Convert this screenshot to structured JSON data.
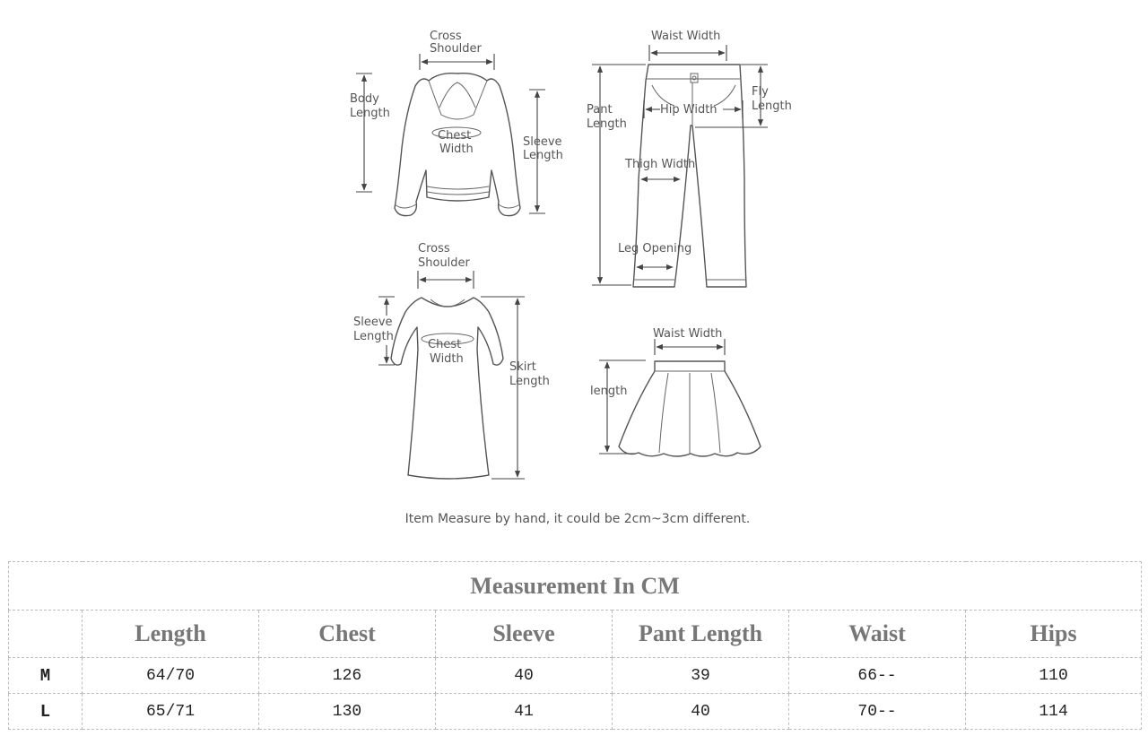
{
  "diagram_labels": {
    "top_cross_shoulder_1": "Cross",
    "top_cross_shoulder_2": "Shoulder",
    "body_length_1": "Body",
    "body_length_2": "Length",
    "top_chest_1": "Chest",
    "top_chest_2": "Width",
    "top_sleeve_1": "Sleeve",
    "top_sleeve_2": "Length",
    "pants_waist": "Waist Width",
    "pant_length_1": "Pant",
    "pant_length_2": "Length",
    "fly_length_1": "Fly",
    "fly_length_2": "Length",
    "hip_width": "Hip Width",
    "thigh_width": "Thigh Width",
    "leg_opening": "Leg Opening",
    "dress_cross_shoulder_1": "Cross",
    "dress_cross_shoulder_2": "Shoulder",
    "dress_sleeve_1": "Sleeve",
    "dress_sleeve_2": "Length",
    "dress_chest_1": "Chest",
    "dress_chest_2": "Width",
    "skirt_length_1": "Skirt",
    "skirt_length_2": "Length",
    "skirt_waist": "Waist Width",
    "skirt_length": "length"
  },
  "note": "Item Measure by hand, it could be 2cm~3cm different.",
  "table": {
    "title": "Measurement In CM",
    "headers": [
      "",
      "Length",
      "Chest",
      "Sleeve",
      "Pant Length",
      "Waist",
      "Hips"
    ],
    "rows": [
      [
        "M",
        "64/70",
        "126",
        "40",
        "39",
        "66--",
        "110"
      ],
      [
        "L",
        "65/71",
        "130",
        "41",
        "40",
        "70--",
        "114"
      ]
    ]
  }
}
